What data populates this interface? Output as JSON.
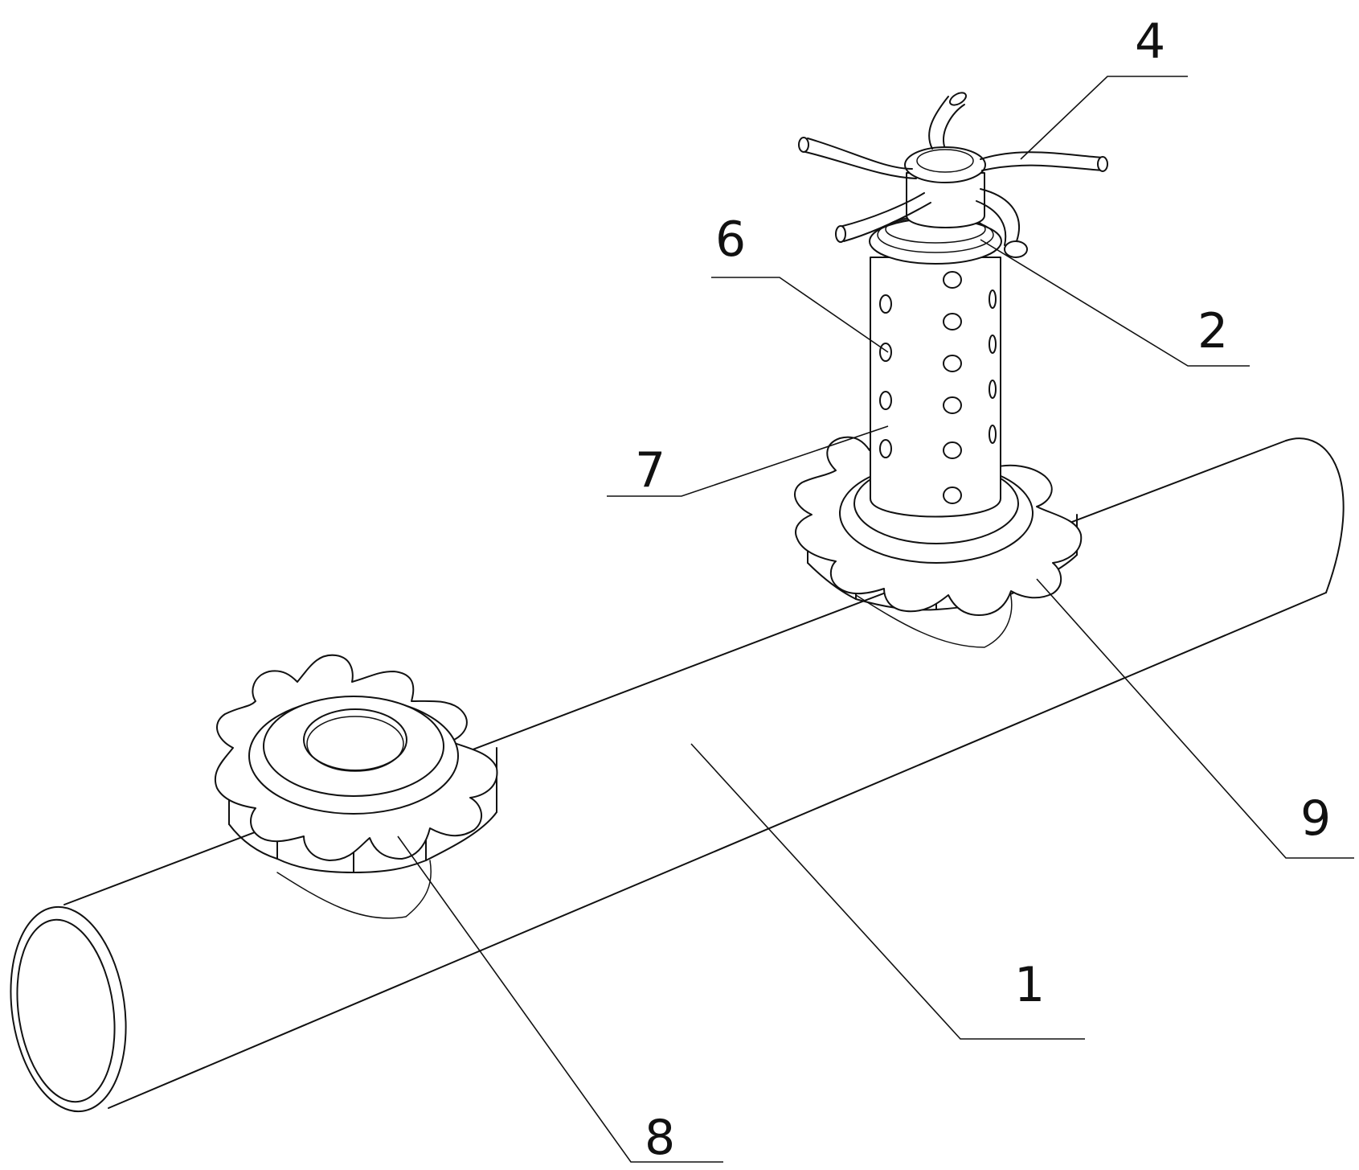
{
  "labels": {
    "l1": "1",
    "l2": "2",
    "l4": "4",
    "l6": "6",
    "l7": "7",
    "l8": "8",
    "l9": "9"
  },
  "colors": {
    "ink": "#111111",
    "paper": "#ffffff"
  }
}
